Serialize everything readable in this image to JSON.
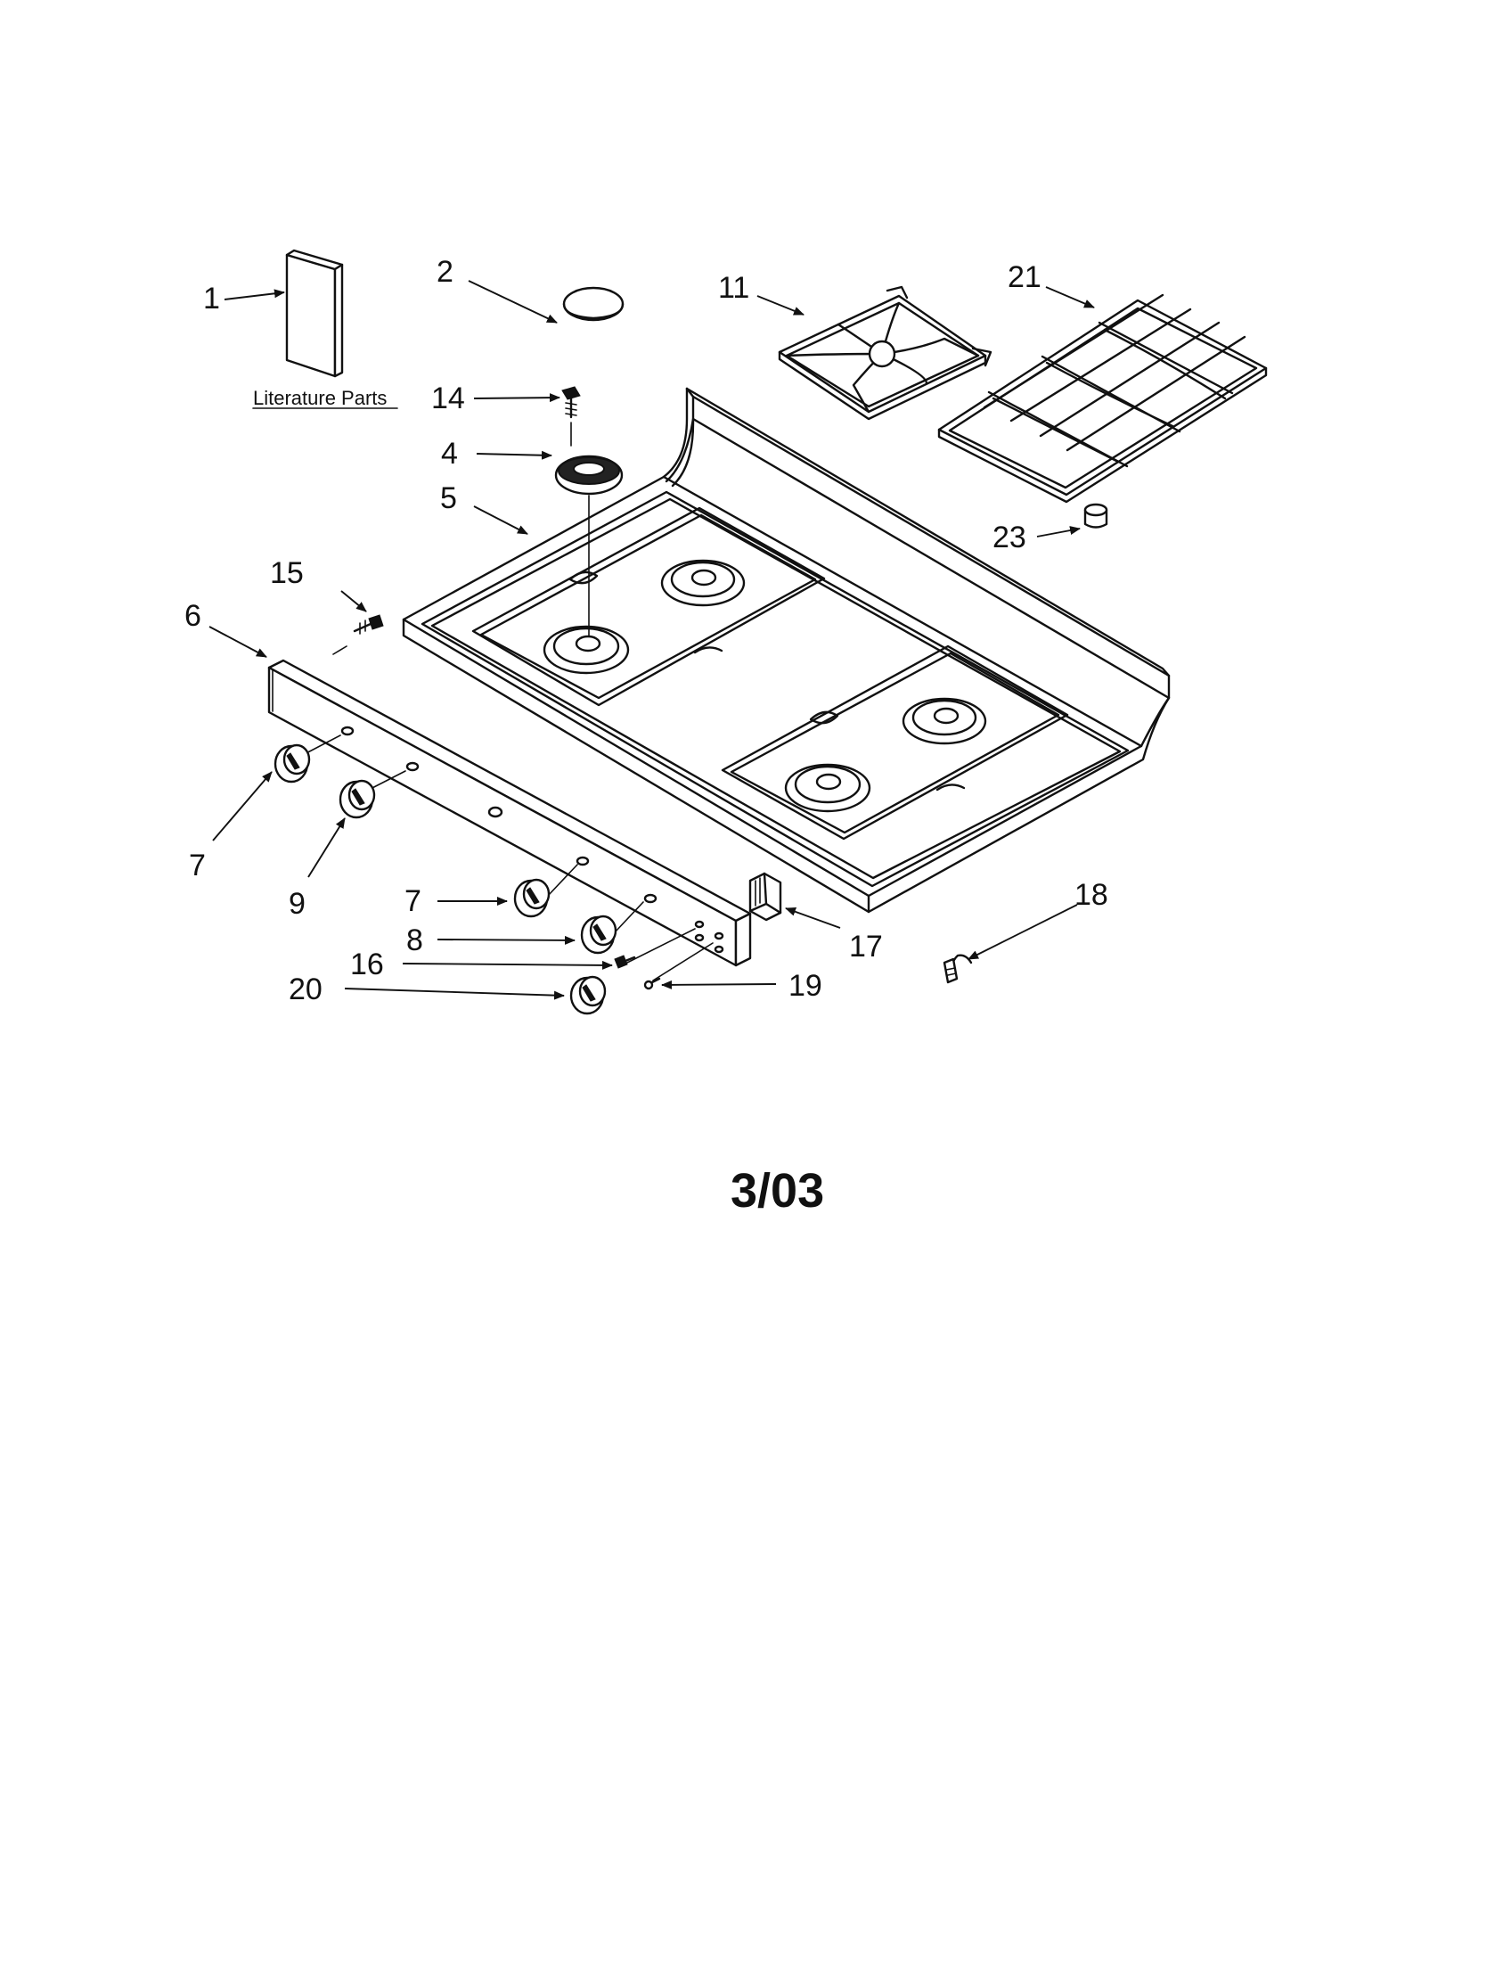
{
  "callouts": {
    "c1": "1",
    "c2": "2",
    "c4": "4",
    "c5": "5",
    "c6": "6",
    "c7a": "7",
    "c7b": "7",
    "c8": "8",
    "c9": "9",
    "c11": "11",
    "c14": "14",
    "c15": "15",
    "c16": "16",
    "c17": "17",
    "c18": "18",
    "c19": "19",
    "c20": "20",
    "c21": "21",
    "c23": "23"
  },
  "literature_label": "Literature Parts",
  "date_code": "3/03"
}
